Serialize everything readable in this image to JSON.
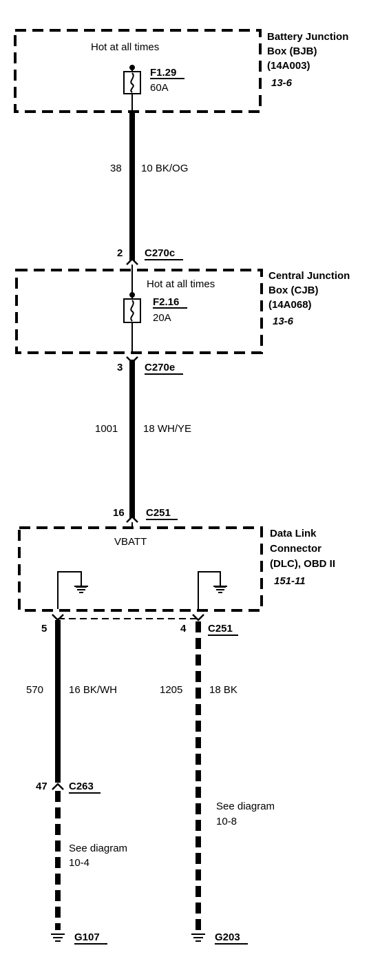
{
  "bjb": {
    "name_line1": "Battery Junction",
    "name_line2": "Box (BJB)",
    "part": "(14A003)",
    "ref": "13-6",
    "hot": "Hot at all times",
    "fuse_id": "F1.29",
    "fuse_rating": "60A"
  },
  "wire_38": {
    "circuit": "38",
    "spec": "10  BK/OG"
  },
  "c270c": {
    "pin": "2",
    "id": "C270c"
  },
  "cjb": {
    "name_line1": "Central Junction",
    "name_line2": "Box (CJB)",
    "part": "(14A068)",
    "ref": "13-6",
    "hot": "Hot at all times",
    "fuse_id": "F2.16",
    "fuse_rating": "20A"
  },
  "c270e": {
    "pin": "3",
    "id": "C270e"
  },
  "wire_1001": {
    "circuit": "1001",
    "spec": "18  WH/YE"
  },
  "c251_top": {
    "pin": "16",
    "id": "C251"
  },
  "dlc": {
    "name_line1": "Data Link",
    "name_line2": "Connector",
    "name_line3": "(DLC), OBD II",
    "ref": "151-11",
    "vbatt": "VBATT"
  },
  "c251_left": {
    "pin": "5"
  },
  "c251_right": {
    "pin": "4",
    "id": "C251"
  },
  "wire_570": {
    "circuit": "570",
    "spec": "16  BK/WH"
  },
  "wire_1205": {
    "circuit": "1205",
    "spec": "18  BK"
  },
  "c263": {
    "pin": "47",
    "id": "C263"
  },
  "see_left": {
    "line1": "See diagram",
    "line2": "10-4"
  },
  "see_right": {
    "line1": "See diagram",
    "line2": "10-8"
  },
  "ground_left": {
    "id": "G107"
  },
  "ground_right": {
    "id": "G203"
  }
}
